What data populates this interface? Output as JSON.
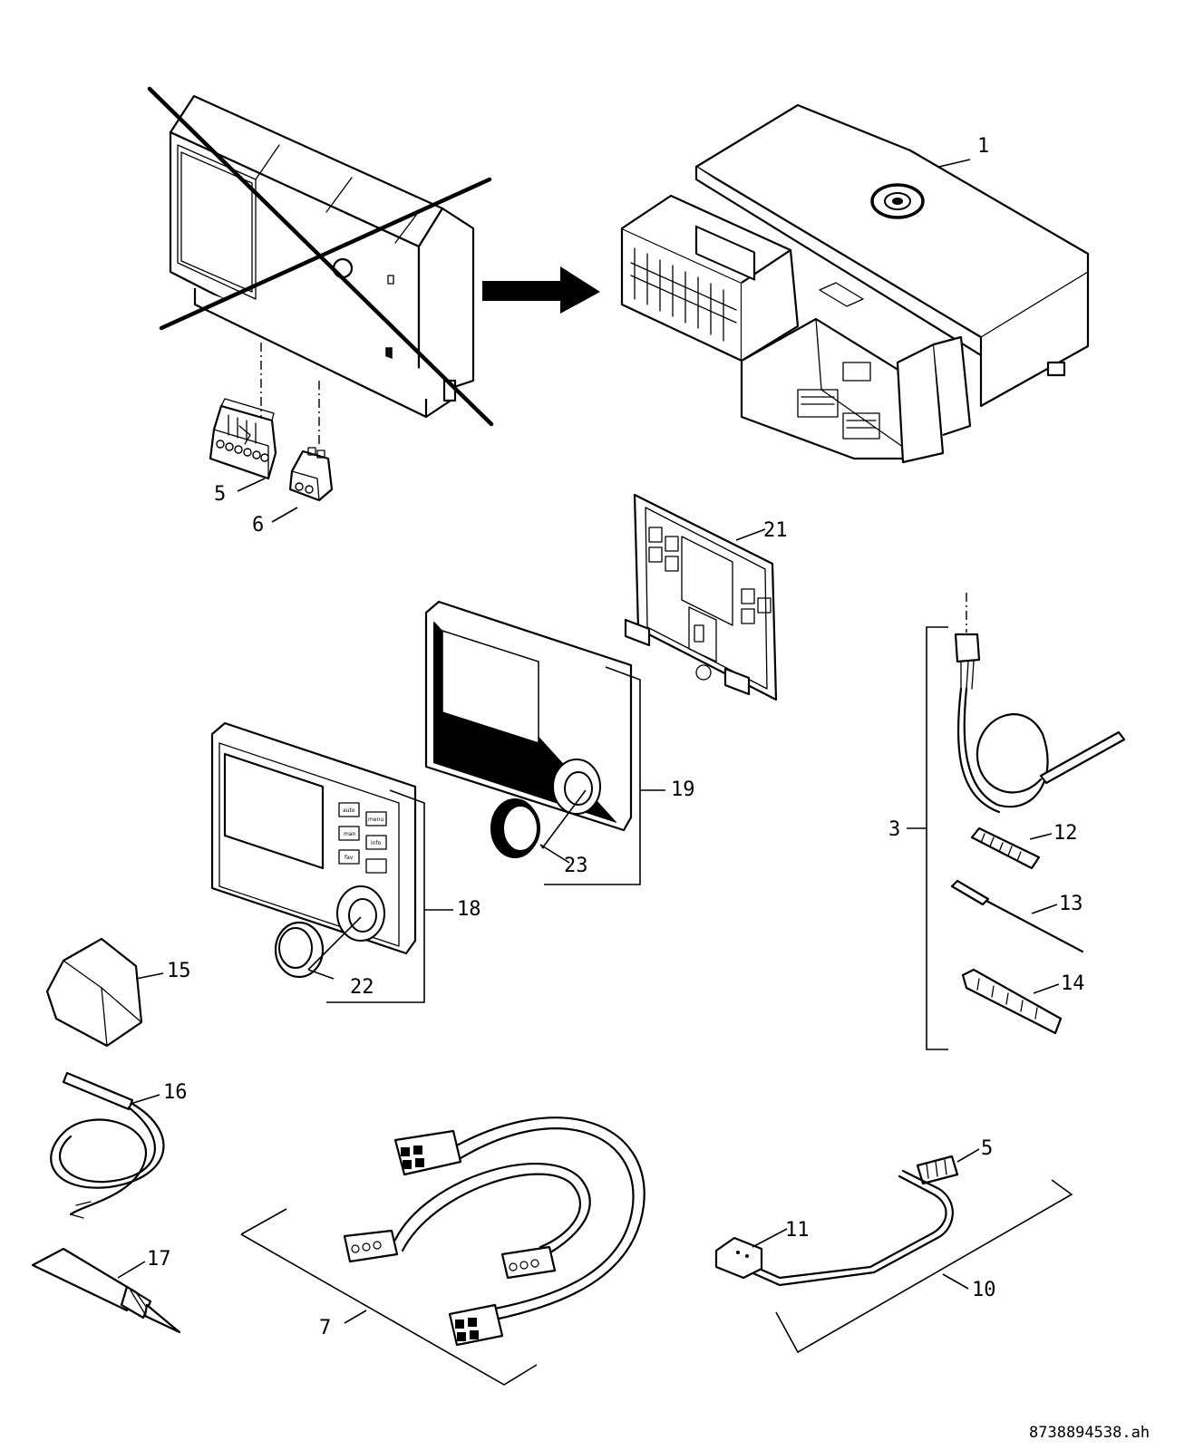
{
  "document_id": "8738894538.ah",
  "callouts": {
    "c1": "1",
    "c3": "3",
    "c5a": "5",
    "c5b": "5",
    "c6": "6",
    "c7": "7",
    "c10": "10",
    "c11": "11",
    "c12": "12",
    "c13": "13",
    "c14": "14",
    "c15": "15",
    "c16": "16",
    "c17": "17",
    "c18": "18",
    "c19": "19",
    "c21": "21",
    "c22": "22",
    "c23": "23"
  },
  "keys": {
    "auto": "auto",
    "menu": "menu",
    "man": "man",
    "info": "info",
    "fav": "fav"
  }
}
